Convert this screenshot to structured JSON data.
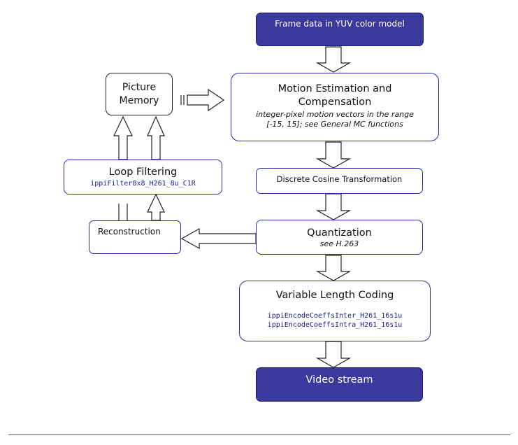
{
  "nodes": {
    "frame_data": {
      "label": "Frame data in YUV color model"
    },
    "motion": {
      "title_line1": "Motion Estimation and",
      "title_line2": "Compensation",
      "note_line1": "integer-pixel motion vectors in the range",
      "note_line2": "[-15, 15]; see General MC functions"
    },
    "picture_memory": {
      "line1": "Picture",
      "line2": "Memory"
    },
    "dct": {
      "label": "Discrete Cosine Transformation"
    },
    "loop_filtering": {
      "title": "Loop Filtering",
      "function": "ippiFilter8x8_H261_8u_C1R"
    },
    "quantization": {
      "title": "Quantization",
      "note": "see H.263"
    },
    "reconstruction": {
      "label": "Reconstruction"
    },
    "vlc": {
      "title": "Variable Length Coding",
      "function1": "ippiEncodeCoeffsInter_H261_16s1u",
      "function2": "ippiEncodeCoeffsIntra_H261_16s1u"
    },
    "video_stream": {
      "label": "Video stream"
    }
  },
  "colors": {
    "box_border": "#2a2aa8",
    "dark_fill": "#3a3a9c",
    "function_text": "#1a1a8a"
  }
}
